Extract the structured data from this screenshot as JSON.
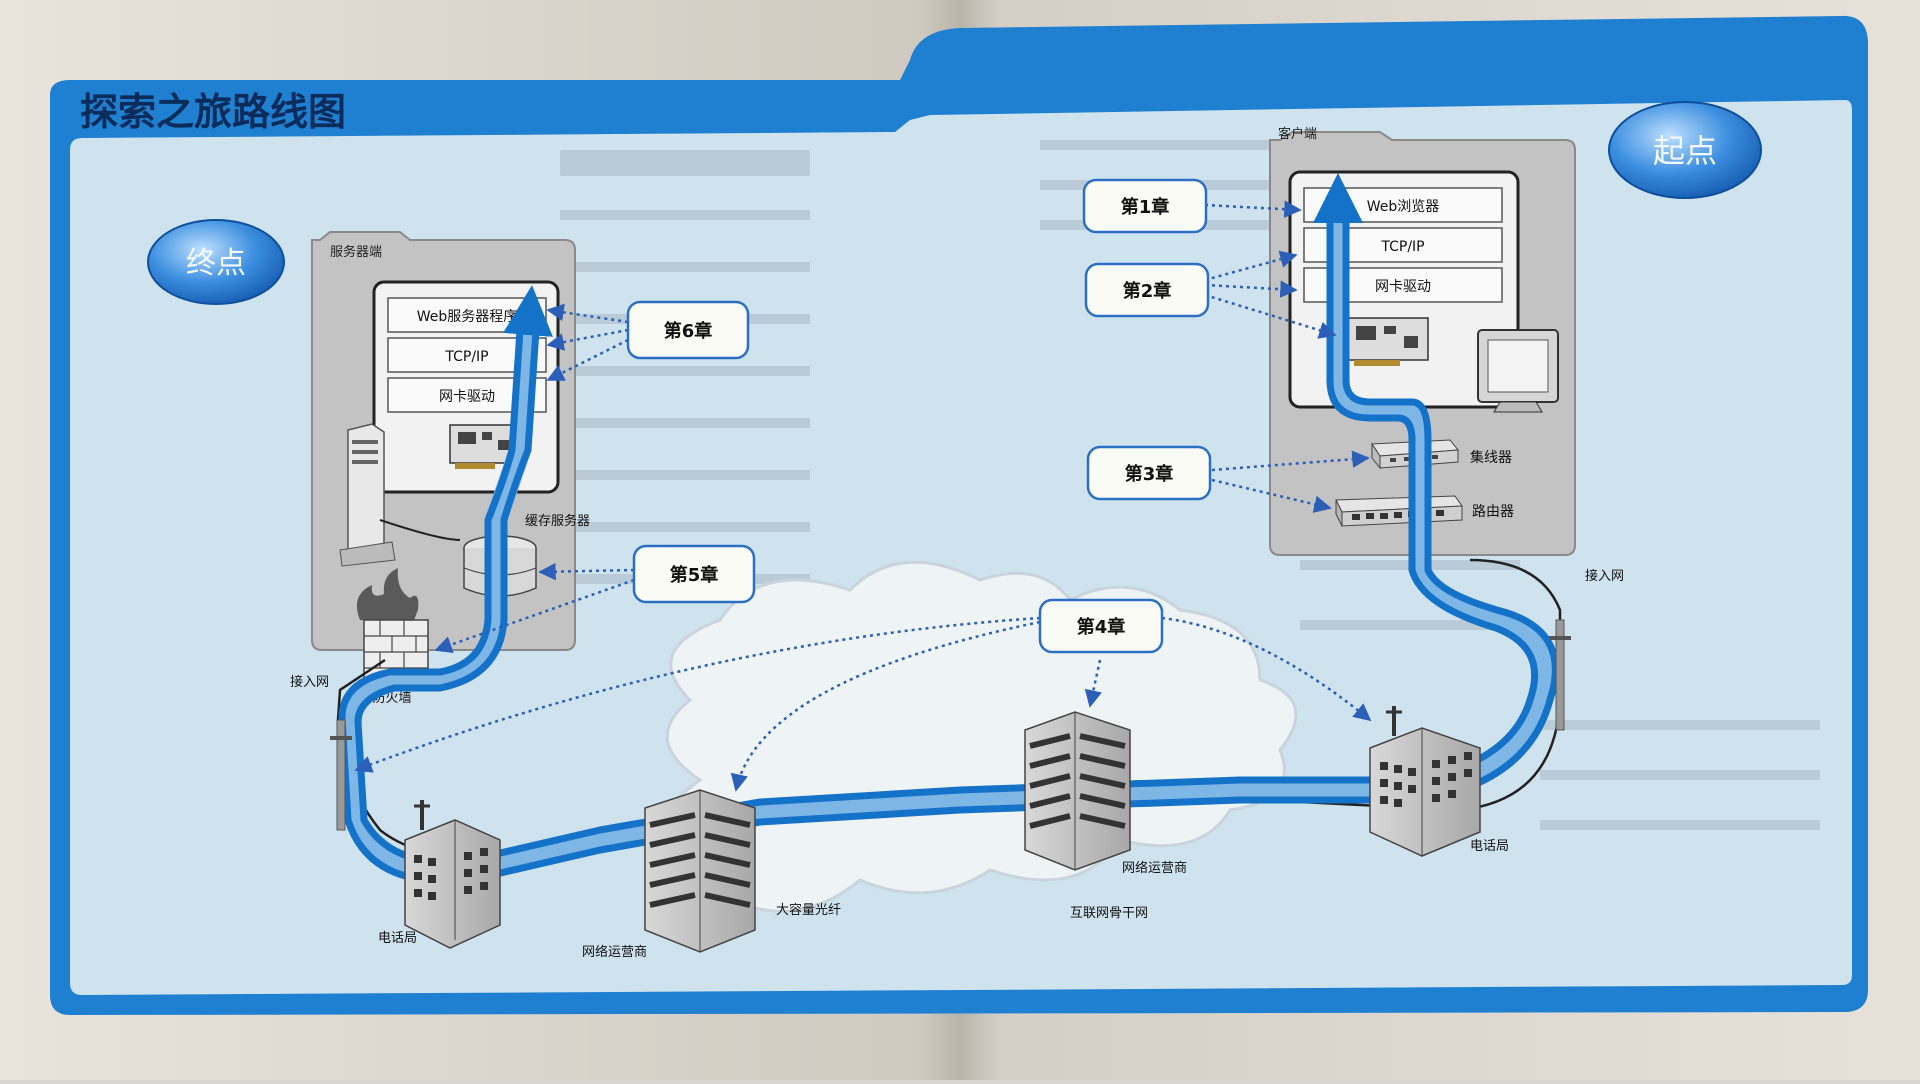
{
  "title": "探索之旅路线图",
  "start_label": "起点",
  "end_label": "终点",
  "server": {
    "header": "服务器端",
    "layers": [
      "Web服务器程序",
      "TCP/IP",
      "网卡驱动"
    ],
    "cache_label": "缓存服务器",
    "firewall_label": "防火墙",
    "access_label": "接入网"
  },
  "client": {
    "header": "客户端",
    "layers": [
      "Web浏览器",
      "TCP/IP",
      "网卡驱动"
    ],
    "hub_label": "集线器",
    "router_label": "路由器",
    "access_label": "接入网"
  },
  "chapters": {
    "ch1": "第1章",
    "ch2": "第2章",
    "ch3": "第3章",
    "ch4": "第4章",
    "ch5": "第5章",
    "ch6": "第6章"
  },
  "network": {
    "phone_office_left": "电话局",
    "isp_left": "网络运营商",
    "fiber": "大容量光纤",
    "isp_right": "网络运营商",
    "backbone": "互联网骨干网",
    "phone_office_right": "电话局"
  },
  "colors": {
    "frame_blue": "#1f7fd0",
    "panel_bg": "#cfe3ef",
    "route_blue": "#1572c9",
    "route_light": "#7eb6e6",
    "callout_border": "#2b6fc4",
    "start_end_bubble": "#1e6fc8"
  },
  "icons": [
    "network-card-icon",
    "server-tower-icon",
    "cache-server-icon",
    "firewall-icon",
    "pc-monitor-icon",
    "hub-icon",
    "router-icon",
    "utility-pole-icon",
    "building-icon",
    "cloud-icon"
  ]
}
